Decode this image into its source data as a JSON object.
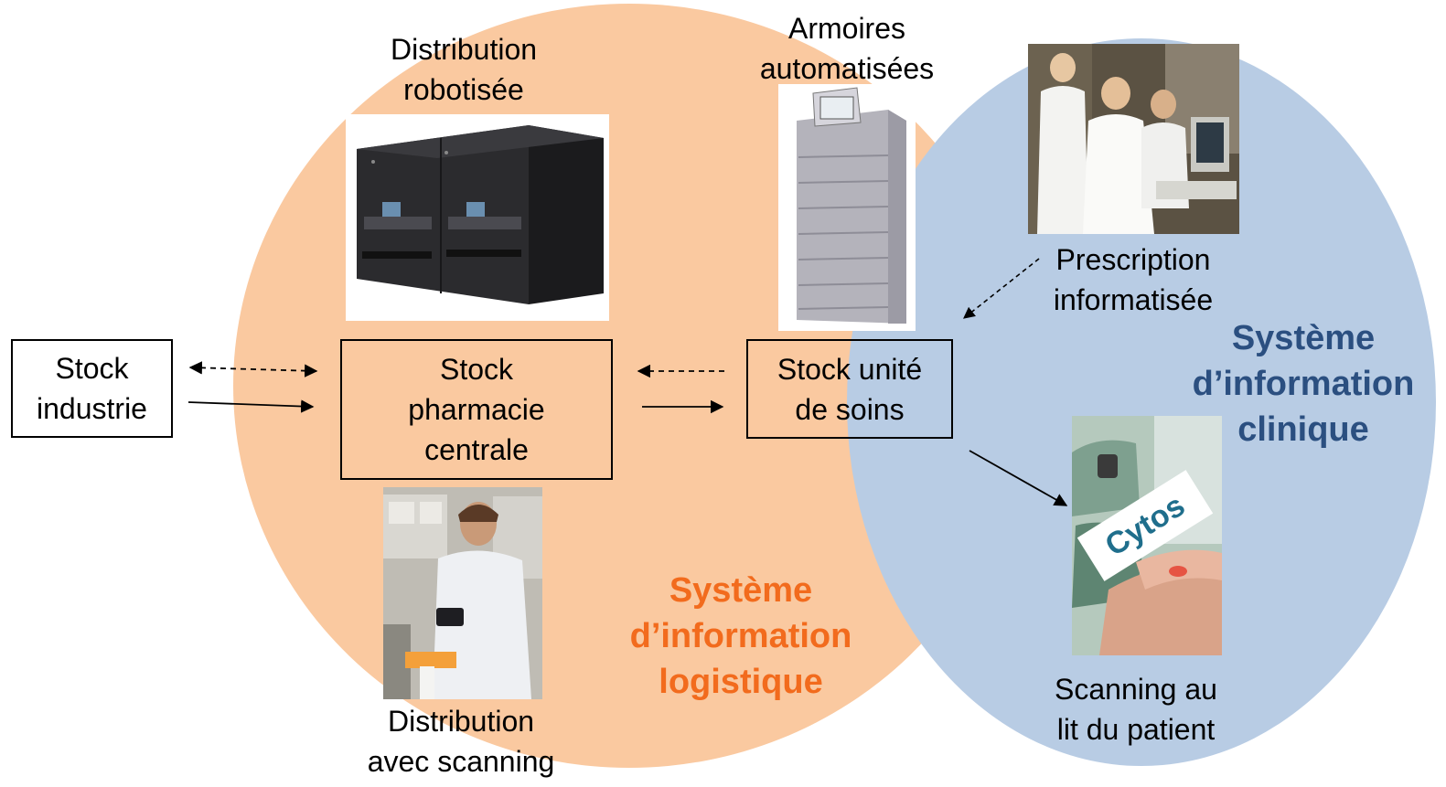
{
  "colors": {
    "logistics_region": "#FAC9A0",
    "clinical_region": "#B8CCE4",
    "logistics_title": "#F26B1D",
    "clinical_title": "#2B4F80",
    "cytos_text": "#1F6E8C"
  },
  "boxes": {
    "stock_industrie": "Stock\nindustrie",
    "stock_pharmacie": "Stock\npharmacie\ncentrale",
    "stock_unite": "Stock unité\nde soins"
  },
  "captions": {
    "distribution_robotisee": "Distribution\nrobotisée",
    "armoires": "Armoires\nautomatisées",
    "prescription": "Prescription\ninformatisée",
    "distribution_scanning": "Distribution\navec scanning",
    "scanning_lit": "Scanning au\nlit du patient"
  },
  "systems": {
    "logistique": "Système\nd’information\nlogistique",
    "clinique": "Système\nd’information\nclinique"
  },
  "photo_labels": {
    "cytos": "Cytos"
  },
  "icons": {
    "robot": "robot-dispenser-icon",
    "cabinet": "automated-cabinet-icon",
    "prescription": "clinicians-computer-photo",
    "scanning": "pharmacist-scanning-photo",
    "bedside": "bedside-scan-photo"
  }
}
